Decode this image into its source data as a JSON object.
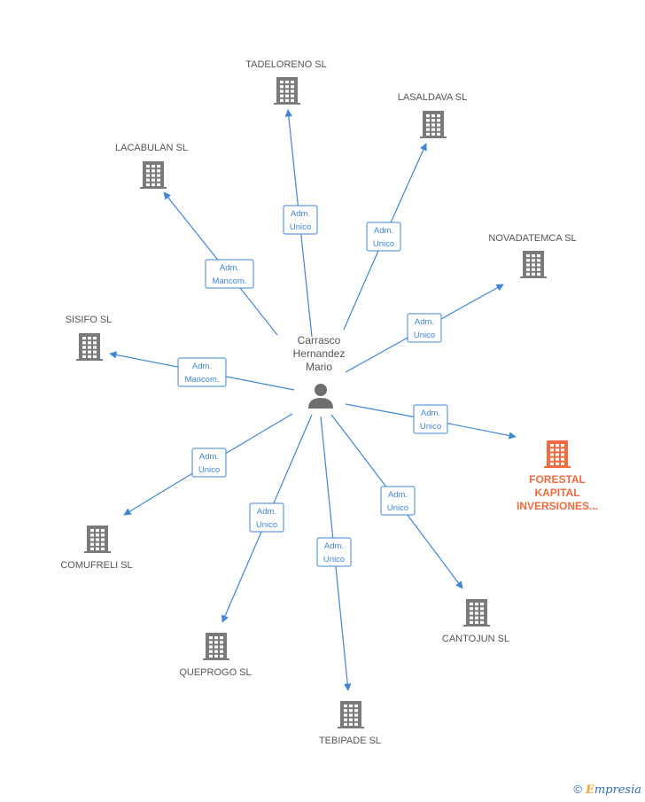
{
  "center": {
    "name_lines": [
      "Carrasco",
      "Hernandez",
      "Mario"
    ],
    "icon": "person-icon"
  },
  "companies": [
    {
      "id": "tadeloreno",
      "lines": [
        "TADELORENO SL"
      ],
      "role": [
        "Adm.",
        "Unico"
      ],
      "highlight": false
    },
    {
      "id": "lasaldava",
      "lines": [
        "LASALDAVA SL"
      ],
      "role": [
        "Adm.",
        "Unico"
      ],
      "highlight": false
    },
    {
      "id": "lacabulan",
      "lines": [
        "LACABULAN SL"
      ],
      "role": [
        "Adm.",
        "Mancom."
      ],
      "highlight": false
    },
    {
      "id": "novadatemca",
      "lines": [
        "NOVADATEMCA SL"
      ],
      "role": [
        "Adm.",
        "Unico"
      ],
      "highlight": false
    },
    {
      "id": "sisifo",
      "lines": [
        "SISIFO SL"
      ],
      "role": [
        "Adm.",
        "Mancom."
      ],
      "highlight": false
    },
    {
      "id": "forestal",
      "lines": [
        "FORESTAL",
        "KAPITAL",
        "INVERSIONES..."
      ],
      "role": [
        "Adm.",
        "Unico"
      ],
      "highlight": true
    },
    {
      "id": "comufreli",
      "lines": [
        "COMUFRELI SL"
      ],
      "role": [
        "Adm.",
        "Unico"
      ],
      "highlight": false
    },
    {
      "id": "cantojun",
      "lines": [
        "CANTOJUN SL"
      ],
      "role": [
        "Adm.",
        "Unico"
      ],
      "highlight": false
    },
    {
      "id": "queprogo",
      "lines": [
        "QUEPROGO SL"
      ],
      "role": [
        "Adm.",
        "Unico"
      ],
      "highlight": false
    },
    {
      "id": "tebipade",
      "lines": [
        "TEBIPADE SL"
      ],
      "role": [
        "Adm.",
        "Unico"
      ],
      "highlight": false
    }
  ],
  "colors": {
    "edge": "#3f86d6",
    "building": "#7a7a7a",
    "building_highlight": "#f26a3d",
    "person": "#6e6e6e"
  },
  "footer": {
    "copyright": "©",
    "brand_initial": "E",
    "brand_rest": "mpresia"
  }
}
